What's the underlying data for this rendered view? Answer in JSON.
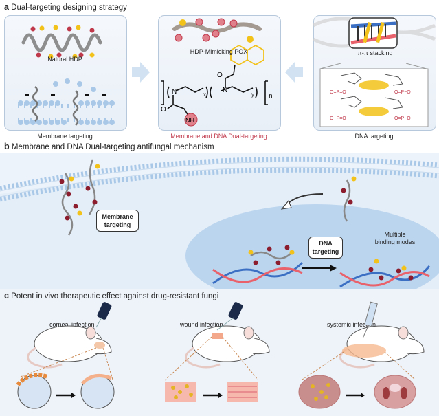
{
  "panel_a": {
    "letter": "a",
    "title": "Dual-targeting designing strategy",
    "left_box": {
      "top_label": "Natural HDP",
      "caption": "Membrane targeting"
    },
    "center_box": {
      "top_label": "HDP-Mimicking POX",
      "caption": "Membrane and DNA Dual-targeting",
      "subscripts": {
        "x": "x",
        "y": "y",
        "n": "n"
      },
      "amine": "NH3"
    },
    "right_box": {
      "inset_label": "π-π stacking",
      "caption": "DNA targeting"
    }
  },
  "panel_b": {
    "letter": "b",
    "title": "Membrane and DNA Dual-targeting antifungal mechanism",
    "membrane_tag": [
      "Membrane",
      "targeting"
    ],
    "dna_tag": [
      "DNA",
      "targeting"
    ],
    "binding_label": [
      "Multiple",
      "binding modes"
    ]
  },
  "panel_c": {
    "letter": "c",
    "title": "Potent in vivo therapeutic effect against drug-resistant fungi",
    "models": [
      {
        "label": "corneal infection"
      },
      {
        "label": "wound infection"
      },
      {
        "label": "systemic infection"
      }
    ]
  },
  "colors": {
    "positive_charge": "#c0394b",
    "hydrophobic": "#f2c21b",
    "lipid": "#a9c8e8",
    "dna_red": "#e8616b",
    "dna_blue": "#3b6fc4",
    "accent_caption": "#c0394b"
  }
}
